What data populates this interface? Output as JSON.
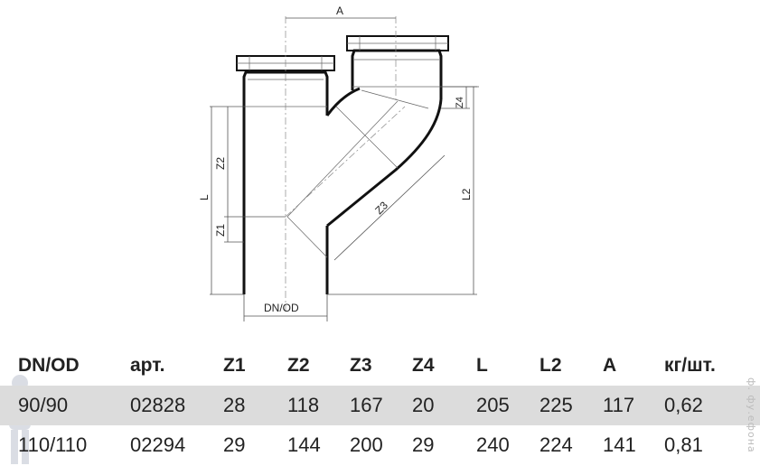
{
  "diagram": {
    "labels": {
      "a": "A",
      "z4": "Z4",
      "z2": "Z2",
      "l": "L",
      "l2": "L2",
      "z3": "Z3",
      "z1": "Z1",
      "dn_od": "DN/OD"
    }
  },
  "table": {
    "headers": [
      "DN/OD",
      "арт.",
      "Z1",
      "Z2",
      "Z3",
      "Z4",
      "L",
      "L2",
      "A",
      "кг/шт."
    ],
    "rows": [
      [
        "90/90",
        "02828",
        "28",
        "118",
        "167",
        "20",
        "205",
        "225",
        "117",
        "0,62"
      ],
      [
        "110/110",
        "02294",
        "29",
        "144",
        "200",
        "29",
        "240",
        "224",
        "141",
        "0,81"
      ]
    ]
  },
  "watermark": "ф. фу.ефона"
}
